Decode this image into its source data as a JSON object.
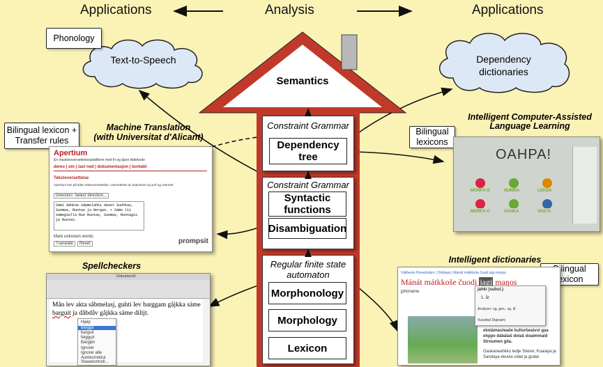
{
  "header": {
    "left": "Applications",
    "center": "Analysis",
    "right": "Applications"
  },
  "clouds": {
    "tts": "Text-to-Speech",
    "dep_dict_line1": "Dependency",
    "dep_dict_line2": "dictionaries"
  },
  "callouts": {
    "phonology": "Phonology",
    "bilingual_transfer_line1": "Bilingual lexicon +",
    "bilingual_transfer_line2": "Transfer rules",
    "bilingual_lexicons_line1": "Bilingual",
    "bilingual_lexicons_line2": "lexicons",
    "bilingual_lexicon_line1": "Bilingual",
    "bilingual_lexicon_line2": "lexicon"
  },
  "roof": {
    "label": "Semantics"
  },
  "stack": {
    "panel1": {
      "title": "Constraint Grammar",
      "boxes": [
        "Dependency tree"
      ]
    },
    "panel2": {
      "title": "Constraint Grammar",
      "boxes": [
        "Syntactic functions",
        "Disambiguation"
      ]
    },
    "panel3": {
      "title_line1": "Regular finite state",
      "title_line2": "automaton",
      "boxes": [
        "Morphonology",
        "Morphology",
        "Lexicon"
      ]
    }
  },
  "sections": {
    "mt_line1": "Machine Translation",
    "mt_line2": "(with Universitat d'Alicant)",
    "icall_line1": "Intelligent Computer-Assisted",
    "icall_line2": "Language Learning",
    "spell": "Spellcheckers",
    "idict": "Intelligent dictionaries"
  },
  "apertium": {
    "title": "Apertium",
    "subtitle": "En maskinoversettelsesplattform med fri og åpen kildekode",
    "nav": "demo | om | last ned | dokumentasjon | kontakt",
    "section": "Tekstoversettelse",
    "text1": "Apertium kan på tiden tekstoversettelse, oversettelse av dokument og surf og oversett.",
    "direction": "Direction: Select direction...",
    "sample": "Sámi dahkoe sápmelahki daset Suohkas, Suomas, Ruoŧas ja Norgas. • Sáme lii sámegiella Ruo Ruoŧas, Suomas, Ruoŧagis ja Ruotes.",
    "mark": "Mark unknown words",
    "translate": "Translate",
    "reset": "Reset",
    "logo": "prompsit"
  },
  "oahpa": {
    "title": "OAHPA!",
    "items": [
      "MORFA-S",
      "NUMRA",
      "LEKSA",
      "MORFA-C",
      "SAHKA",
      "VASTA"
    ]
  },
  "spell": {
    "window_title": "Dokument1",
    "line1": "Mån lev akta såbmelasj, guhti lev barggam gåjkka sáme",
    "line2_err": "barguit",
    "line2_rest": " ja dåbdåv gåjkka sáme dilijt.",
    "menu": [
      "Hjelp",
      "barggit",
      "barguit",
      "felgguit",
      "Bárgijin",
      "Ignorer",
      "Ignorer alle",
      "Autokorrektur",
      "Stavekontroll..."
    ]
  },
  "idict": {
    "breadcrumb": "Válibeaiv-Hovedsiden | Oddasat | Mánát mátkkoše čuodi jagi maŋos",
    "headline_a": "Mánát mátkkoše čuodi ",
    "headline_hl": "jagi",
    "headline_b": " maŋos",
    "byline": "jphoname",
    "popup_title": "jahki (subst.)",
    "popup_item": "1. år",
    "popup_analysis": "Analyser: sg, gen., sg. ill.",
    "popup_footer": "Vuosttaš Digisami",
    "body1": "ekolámasteade kulturbeaivvi gaa",
    "body2": "ehppe dábálaš dolaš doaimmaid",
    "body3": "Stroumen gila.",
    "body4": "Gaskaneahkku ledje Stener, Kuaiaya ja",
    "body5": "Sandaya ekuvia vidat ja gudat"
  }
}
